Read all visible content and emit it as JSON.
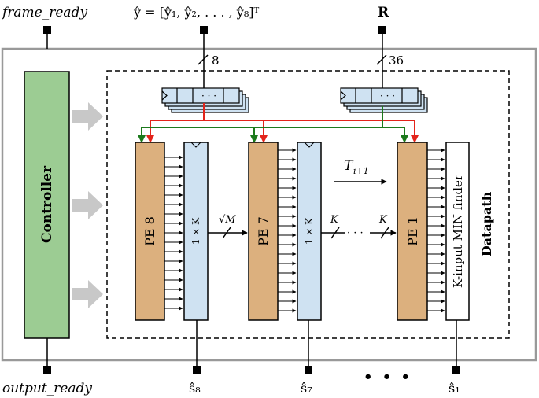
{
  "signals": {
    "frame_ready": "frame_ready",
    "output_ready": "output_ready",
    "y_vector": "ŷ = [ŷ₁, ŷ₂, . . . , ŷ₈]ᵀ",
    "R": "R"
  },
  "bus_widths": {
    "y": "8",
    "R": "36"
  },
  "blocks": {
    "controller": "Controller",
    "datapath": "Datapath",
    "pe8": "PE 8",
    "pe7": "PE 7",
    "pe1": "PE 1",
    "reg8": "1 × K",
    "reg7": "1 × K",
    "min_finder": "K-input MIN finder",
    "register_dots": "· · ·"
  },
  "labels": {
    "sqrtM": "√M",
    "K_a": "K",
    "K_b": "K",
    "T": "T",
    "T_sub": "i+1",
    "middle_dots": "· · ·",
    "bottom_dots": "• • •"
  },
  "outputs": {
    "s8": "ŝ₈",
    "s7": "ŝ₇",
    "s1": "ŝ₁"
  },
  "colors": {
    "controller_fill": "#9ccc93",
    "pe_fill": "#dcb07e",
    "register_fill": "#cfe2f2",
    "red_wire": "#e3241b",
    "green_wire": "#1c7a1c",
    "outer_frame": "#999999",
    "hollow_arrow": "#c8c8c8"
  }
}
